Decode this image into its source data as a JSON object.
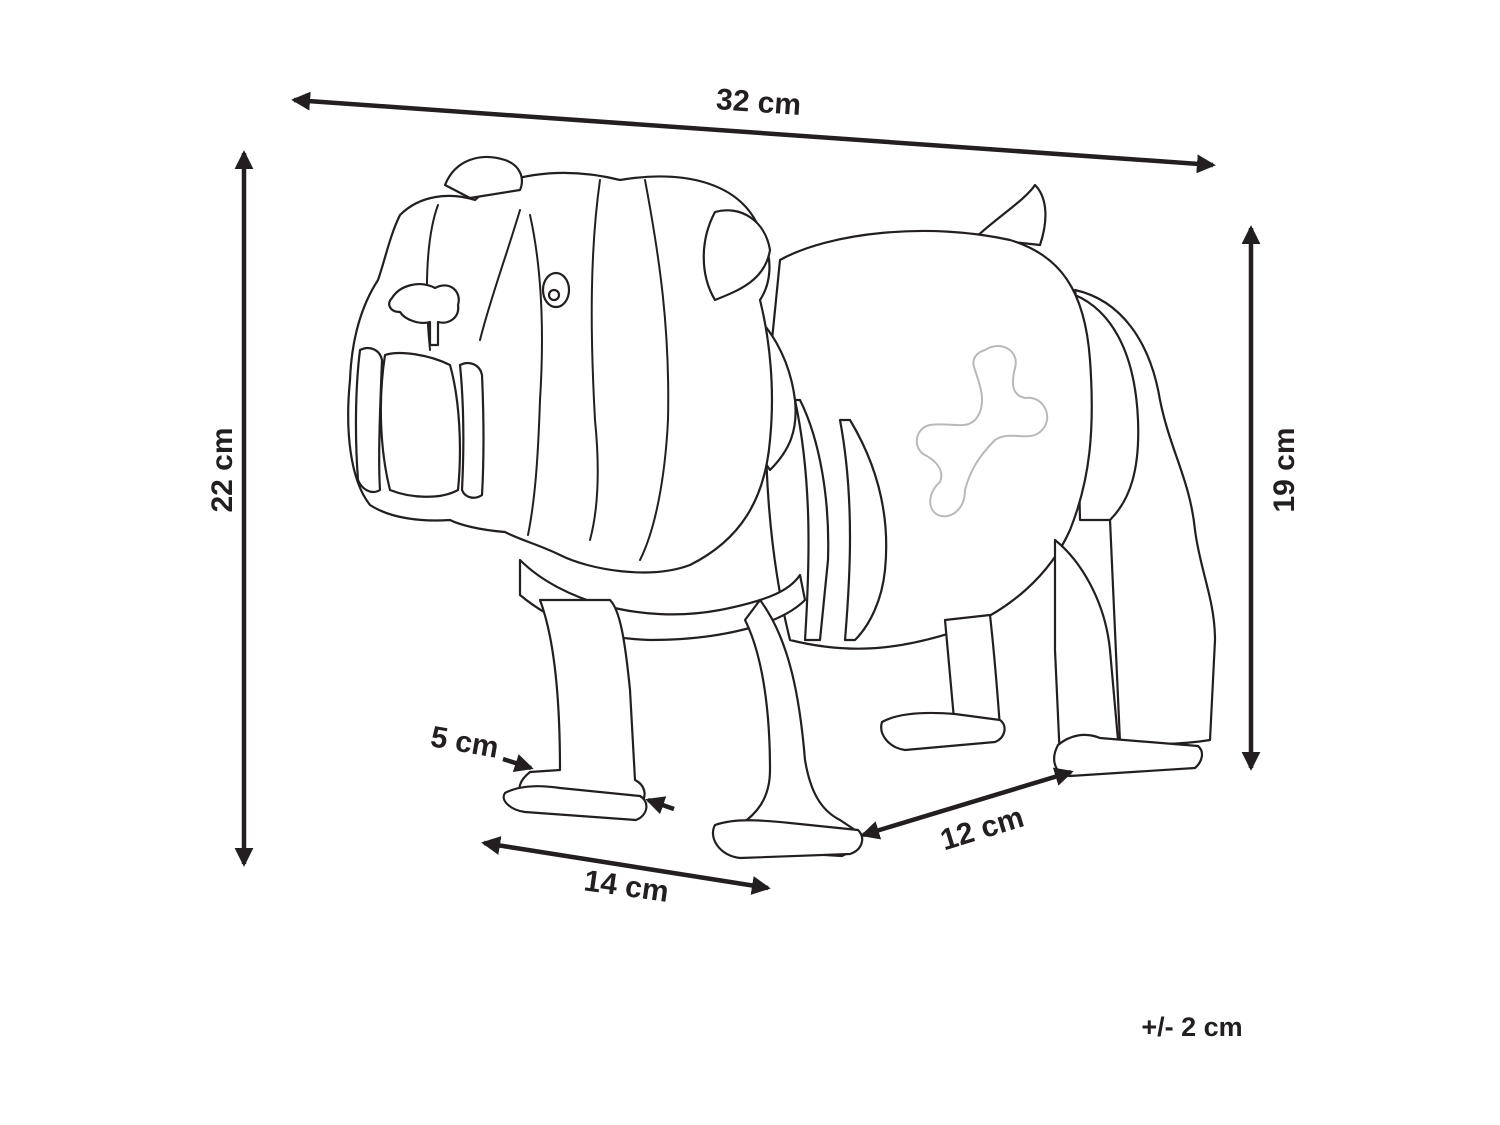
{
  "dimensions": {
    "width": "32 cm",
    "total_height": "22 cm",
    "body_height": "19 cm",
    "length_front": "14 cm",
    "depth": "12 cm",
    "panel_thickness": "5 cm"
  },
  "tolerance": "+/- 2 cm",
  "colors": {
    "line": "#231f20",
    "background": "#ffffff",
    "bone_outline": "#b9b9b9"
  }
}
